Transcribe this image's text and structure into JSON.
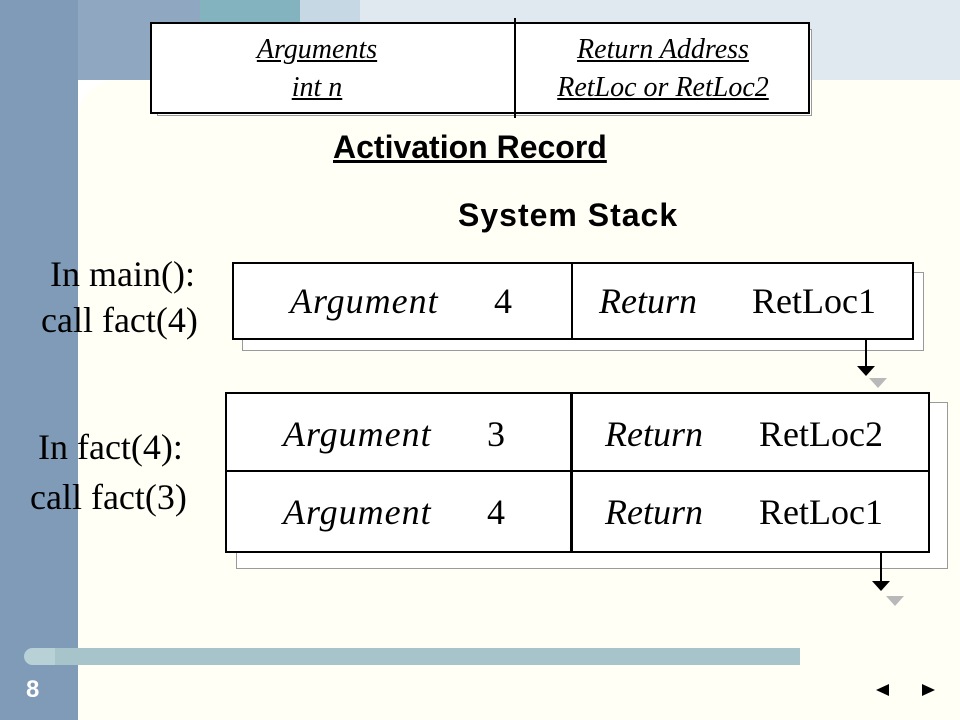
{
  "slide": {
    "number": "8"
  },
  "legend": {
    "left_line1": "Arguments",
    "left_line2": "int n",
    "right_line1": "Return Address",
    "right_line2": "RetLoc or RetLoc2"
  },
  "activation_record_title": "Activation Record",
  "system_stack_title": "System Stack",
  "main_call": {
    "line1": "In main():",
    "line2": "call  fact(4)",
    "row": {
      "arg_label": "Argument",
      "arg_value": "4",
      "ret_label": "Return",
      "ret_value": "RetLoc1"
    }
  },
  "fact_call": {
    "line1": "In fact(4):",
    "line2": "call  fact(3)",
    "rows": [
      {
        "arg_label": "Argument",
        "arg_value": "3",
        "ret_label": "Return",
        "ret_value": "RetLoc2"
      },
      {
        "arg_label": "Argument",
        "arg_value": "4",
        "ret_label": "Return",
        "ret_value": "RetLoc1"
      }
    ]
  },
  "icons": {
    "prev": "triangle-left-icon",
    "next": "triangle-right-icon"
  }
}
